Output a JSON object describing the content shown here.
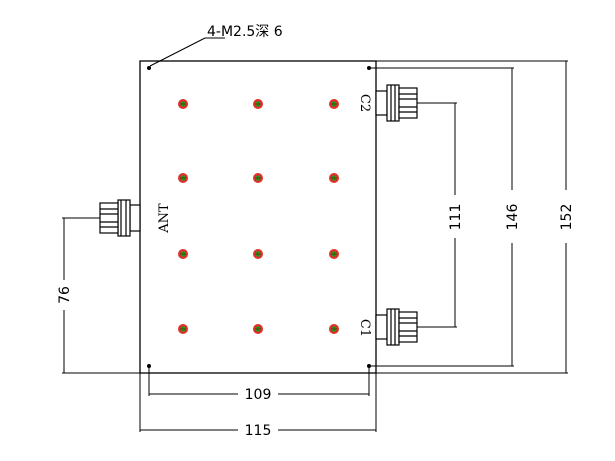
{
  "drawing": {
    "hole_note": "4-M2.5深 6",
    "ports": {
      "ant": "ANT",
      "c1": "C1",
      "c2": "C2"
    },
    "dimensions": {
      "width_outer": "115",
      "width_holes": "109",
      "height_outer": "152",
      "height_holes": "146",
      "port_spacing": "111",
      "ant_height": "76"
    },
    "tuning_grid": {
      "rows": 4,
      "cols": 3
    },
    "colors": {
      "line": "#000000",
      "screw_outer": "#e0302a",
      "screw_inner": "#1a9a1a"
    }
  }
}
